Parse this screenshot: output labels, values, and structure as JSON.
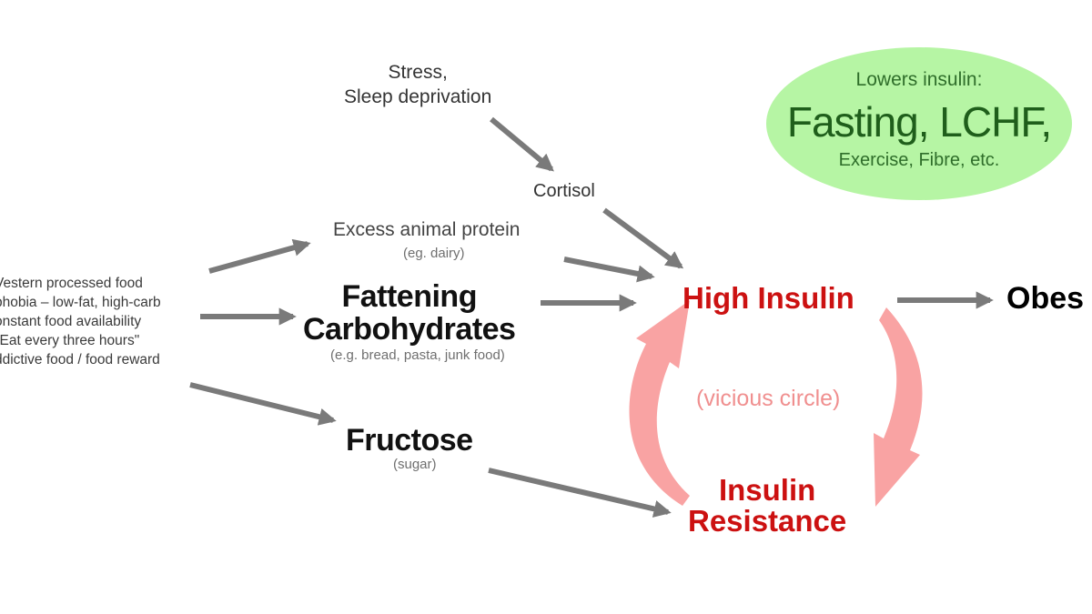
{
  "nodes": {
    "stress": [
      "Stress,",
      "Sleep deprivation"
    ],
    "cortisol": "Cortisol",
    "excess_protein": "Excess animal protein",
    "excess_protein_sub": "(eg. dairy)",
    "fattening": [
      "Fattening",
      "Carbohydrates"
    ],
    "fattening_sub": "(e.g. bread, pasta, junk food)",
    "fructose": "Fructose",
    "fructose_sub": "(sugar)",
    "high_insulin": "High Insulin",
    "insulin_resistance": [
      "Insulin",
      "Resistance"
    ],
    "vicious_circle": "(vicious circle)",
    "obesity": "Obes"
  },
  "causes_list": [
    "Vestern processed food",
    "phobia – low-fat, high-carb",
    "onstant food availability",
    "\"Eat every three hours\"",
    "ddictive food / food reward"
  ],
  "lowers_box": {
    "title": "Lowers insulin:",
    "main": "Fasting, LCHF,",
    "sub": "Exercise, Fibre, etc."
  },
  "colors": {
    "arrow_gray": "#7a7a7a",
    "vicious_arrow_pink": "#f9a3a3",
    "insulin_red": "#cc1111",
    "lowers_green_bg": "#b6f5a4",
    "lowers_green_text": "#1f5e1b"
  }
}
